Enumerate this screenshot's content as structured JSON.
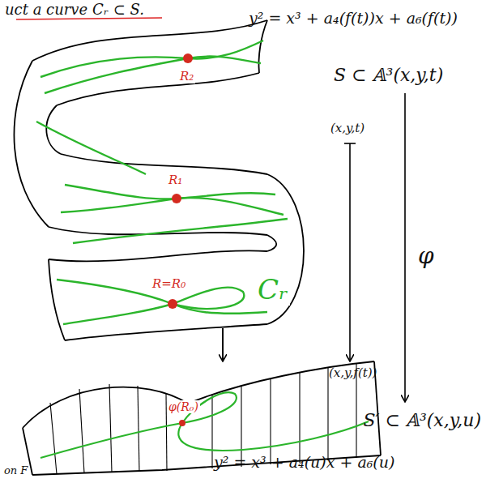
{
  "diagram": {
    "labels": [
      "uct a curve Cᵣ ⊂ S.",
      "y² = x³ + a₄(f(t))x + a₆(f(t))",
      "S ⊂ 𝔸³(x,y,t)",
      "R₂",
      "(x,y,t)",
      "R₁",
      "φ",
      "R=R₀",
      "Cᵣ",
      "(x,y,f(t))",
      "φ(R₀)",
      "S′ ⊂ 𝔸³(x,y,u)",
      "y² = x³ + a₄(u)x + a₆(u)",
      "on F"
    ]
  }
}
